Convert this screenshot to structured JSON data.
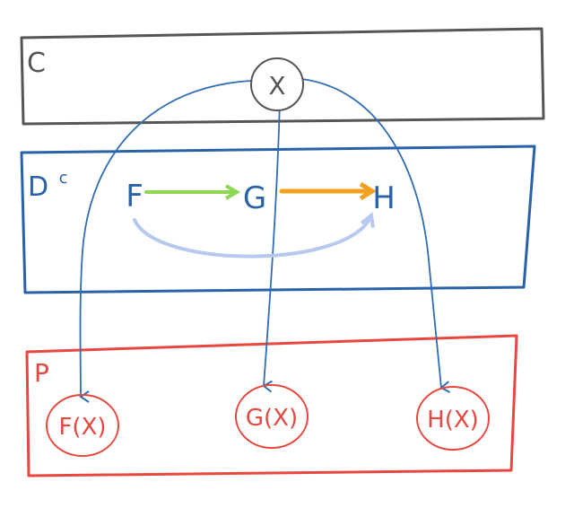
{
  "categories": {
    "c": {
      "label": "C",
      "color": "#555555"
    },
    "dc": {
      "label": "D",
      "superscript": "c",
      "color": "#2a62a8"
    },
    "p": {
      "label": "P",
      "color": "#e8473f"
    }
  },
  "object_x": {
    "label": "X"
  },
  "functors": {
    "f": {
      "label": "F"
    },
    "g": {
      "label": "G"
    },
    "h": {
      "label": "H"
    }
  },
  "images": {
    "fx": {
      "label": "F(X)"
    },
    "gx": {
      "label": "G(X)"
    },
    "hx": {
      "label": "H(X)"
    }
  },
  "arrow_colors": {
    "f_to_g": "#8ed851",
    "g_to_h": "#f2a022",
    "f_to_h": "#b8c9ef",
    "projection": "#2f6db5"
  }
}
